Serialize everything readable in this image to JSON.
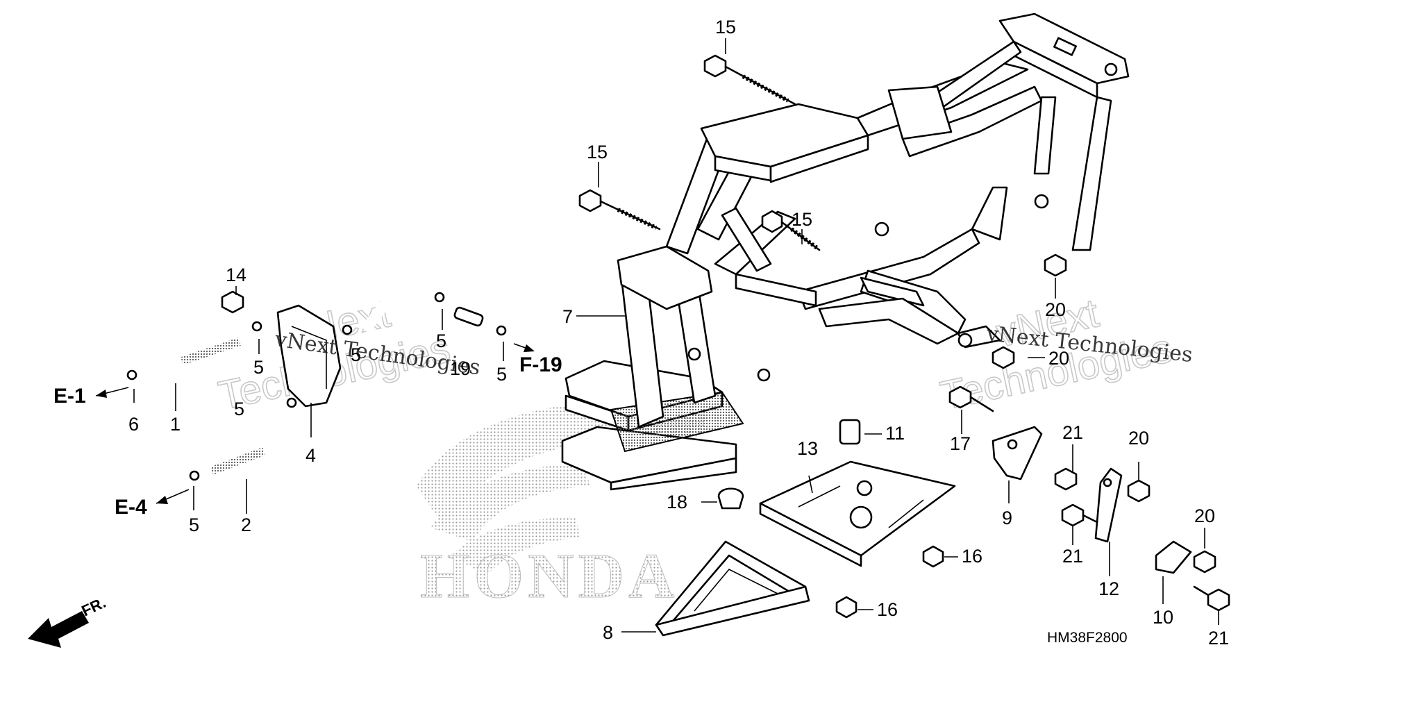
{
  "diagram_code": "HM38F2800",
  "front_label": "FR.",
  "brand_logo_text": "HONDA",
  "watermark": {
    "line1": "vNext",
    "line2": "Technologies",
    "inline_a": "vNext Technologies",
    "inline_b": "vNext Technologies"
  },
  "references": {
    "e1": "E-1",
    "e4": "E-4",
    "f19": "F-19"
  },
  "callouts": [
    {
      "key": "c15a",
      "label": "15"
    },
    {
      "key": "c15b",
      "label": "15"
    },
    {
      "key": "c15c",
      "label": "15"
    },
    {
      "key": "c14",
      "label": "14"
    },
    {
      "key": "c7",
      "label": "7"
    },
    {
      "key": "c5a",
      "label": "5"
    },
    {
      "key": "c5b",
      "label": "5"
    },
    {
      "key": "c5c",
      "label": "5"
    },
    {
      "key": "c5d",
      "label": "5"
    },
    {
      "key": "c5e",
      "label": "5"
    },
    {
      "key": "c5f",
      "label": "5"
    },
    {
      "key": "c19",
      "label": "19"
    },
    {
      "key": "c6",
      "label": "6"
    },
    {
      "key": "c1",
      "label": "1"
    },
    {
      "key": "c4",
      "label": "4"
    },
    {
      "key": "c2",
      "label": "2"
    },
    {
      "key": "c20a",
      "label": "20"
    },
    {
      "key": "c20b",
      "label": "20"
    },
    {
      "key": "c20c",
      "label": "20"
    },
    {
      "key": "c20d",
      "label": "20"
    },
    {
      "key": "c11",
      "label": "11"
    },
    {
      "key": "c13",
      "label": "13"
    },
    {
      "key": "c17",
      "label": "17"
    },
    {
      "key": "c21a",
      "label": "21"
    },
    {
      "key": "c21b",
      "label": "21"
    },
    {
      "key": "c21c",
      "label": "21"
    },
    {
      "key": "c9",
      "label": "9"
    },
    {
      "key": "c12",
      "label": "12"
    },
    {
      "key": "c10",
      "label": "10"
    },
    {
      "key": "c18",
      "label": "18"
    },
    {
      "key": "c16a",
      "label": "16"
    },
    {
      "key": "c16b",
      "label": "16"
    },
    {
      "key": "c8",
      "label": "8"
    }
  ]
}
